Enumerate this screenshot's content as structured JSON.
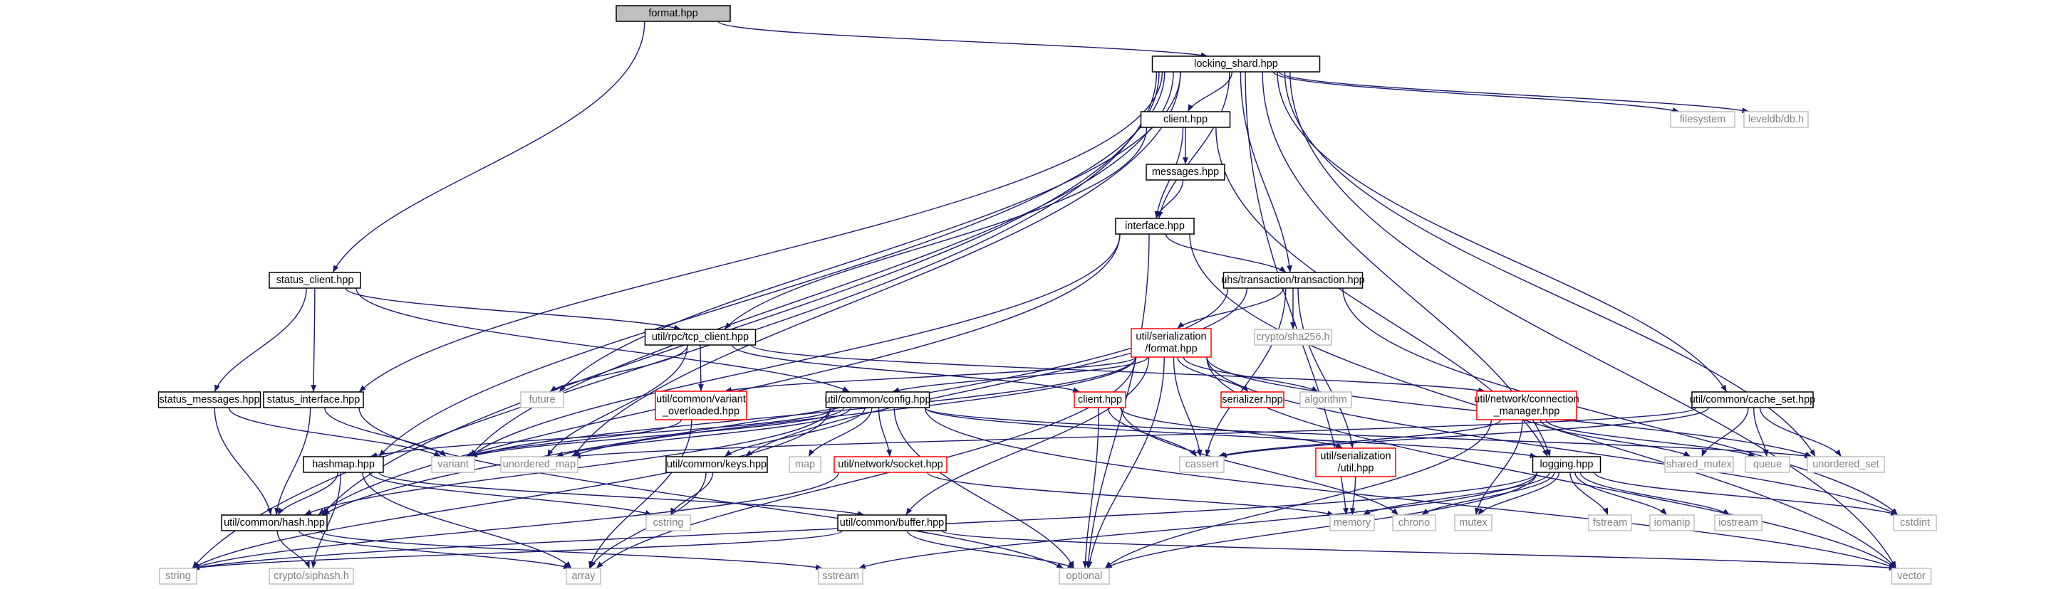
{
  "colors": {
    "background": "#ffffff",
    "root_fill": "#bfbfbf",
    "box_border_normal": "#000000",
    "box_border_truncated": "#ff0000",
    "box_border_external": "#bfbfbf",
    "text_normal": "#000000",
    "text_external": "#808080",
    "edge": "#191970"
  },
  "nodes": [
    {
      "id": "format_root",
      "label": [
        "format.hpp"
      ],
      "kind": "root"
    },
    {
      "id": "locking_shard",
      "label": [
        "locking_shard.hpp"
      ],
      "kind": "normal"
    },
    {
      "id": "client_hpp",
      "label": [
        "client.hpp"
      ],
      "kind": "normal"
    },
    {
      "id": "messages_hpp",
      "label": [
        "messages.hpp"
      ],
      "kind": "normal"
    },
    {
      "id": "interface_hpp",
      "label": [
        "interface.hpp"
      ],
      "kind": "normal"
    },
    {
      "id": "uhs_transaction",
      "label": [
        "uhs/transaction/transaction.hpp"
      ],
      "kind": "normal"
    },
    {
      "id": "status_client",
      "label": [
        "status_client.hpp"
      ],
      "kind": "normal"
    },
    {
      "id": "tcp_client",
      "label": [
        "util/rpc/tcp_client.hpp"
      ],
      "kind": "normal"
    },
    {
      "id": "ser_format",
      "label": [
        "util/serialization",
        "/format.hpp"
      ],
      "kind": "truncated"
    },
    {
      "id": "crypto_sha256",
      "label": [
        "crypto/sha256.h"
      ],
      "kind": "external"
    },
    {
      "id": "filesystem",
      "label": [
        "filesystem"
      ],
      "kind": "external"
    },
    {
      "id": "leveldb",
      "label": [
        "leveldb/db.h"
      ],
      "kind": "external"
    },
    {
      "id": "status_messages",
      "label": [
        "status_messages.hpp"
      ],
      "kind": "normal"
    },
    {
      "id": "status_interface",
      "label": [
        "status_interface.hpp"
      ],
      "kind": "normal"
    },
    {
      "id": "future",
      "label": [
        "future"
      ],
      "kind": "external"
    },
    {
      "id": "variant_overloaded",
      "label": [
        "util/common/variant",
        "_overloaded.hpp"
      ],
      "kind": "truncated"
    },
    {
      "id": "config_hpp",
      "label": [
        "util/common/config.hpp"
      ],
      "kind": "normal"
    },
    {
      "id": "client_red",
      "label": [
        "client.hpp"
      ],
      "kind": "truncated"
    },
    {
      "id": "serializer_hpp",
      "label": [
        "serializer.hpp"
      ],
      "kind": "truncated"
    },
    {
      "id": "algorithm",
      "label": [
        "algorithm"
      ],
      "kind": "external"
    },
    {
      "id": "connection_manager",
      "label": [
        "util/network/connection",
        "_manager.hpp"
      ],
      "kind": "truncated"
    },
    {
      "id": "cache_set",
      "label": [
        "util/common/cache_set.hpp"
      ],
      "kind": "normal"
    },
    {
      "id": "variant",
      "label": [
        "variant"
      ],
      "kind": "external"
    },
    {
      "id": "unordered_map",
      "label": [
        "unordered_map"
      ],
      "kind": "external"
    },
    {
      "id": "map",
      "label": [
        "map"
      ],
      "kind": "external"
    },
    {
      "id": "keys_hpp",
      "label": [
        "util/common/keys.hpp"
      ],
      "kind": "normal"
    },
    {
      "id": "socket_hpp",
      "label": [
        "util/network/socket.hpp"
      ],
      "kind": "truncated"
    },
    {
      "id": "cassert",
      "label": [
        "cassert"
      ],
      "kind": "external"
    },
    {
      "id": "ser_util",
      "label": [
        "util/serialization",
        "/util.hpp"
      ],
      "kind": "truncated"
    },
    {
      "id": "logging_hpp",
      "label": [
        "logging.hpp"
      ],
      "kind": "normal"
    },
    {
      "id": "shared_mutex",
      "label": [
        "shared_mutex"
      ],
      "kind": "external"
    },
    {
      "id": "queue",
      "label": [
        "queue"
      ],
      "kind": "external"
    },
    {
      "id": "unordered_set",
      "label": [
        "unordered_set"
      ],
      "kind": "external"
    },
    {
      "id": "hashmap_hpp",
      "label": [
        "hashmap.hpp"
      ],
      "kind": "normal"
    },
    {
      "id": "cstring",
      "label": [
        "cstring"
      ],
      "kind": "external"
    },
    {
      "id": "buffer_hpp",
      "label": [
        "util/common/buffer.hpp"
      ],
      "kind": "normal"
    },
    {
      "id": "hash_hpp",
      "label": [
        "util/common/hash.hpp"
      ],
      "kind": "normal"
    },
    {
      "id": "memory",
      "label": [
        "memory"
      ],
      "kind": "external"
    },
    {
      "id": "chrono",
      "label": [
        "chrono"
      ],
      "kind": "external"
    },
    {
      "id": "mutex",
      "label": [
        "mutex"
      ],
      "kind": "external"
    },
    {
      "id": "fstream",
      "label": [
        "fstream"
      ],
      "kind": "external"
    },
    {
      "id": "iomanip",
      "label": [
        "iomanip"
      ],
      "kind": "external"
    },
    {
      "id": "iostream",
      "label": [
        "iostream"
      ],
      "kind": "external"
    },
    {
      "id": "cstdint",
      "label": [
        "cstdint"
      ],
      "kind": "external"
    },
    {
      "id": "string",
      "label": [
        "string"
      ],
      "kind": "external"
    },
    {
      "id": "crypto_siphash",
      "label": [
        "crypto/siphash.h"
      ],
      "kind": "external"
    },
    {
      "id": "array",
      "label": [
        "array"
      ],
      "kind": "external"
    },
    {
      "id": "sstream",
      "label": [
        "sstream"
      ],
      "kind": "external"
    },
    {
      "id": "optional",
      "label": [
        "optional"
      ],
      "kind": "external"
    },
    {
      "id": "vector",
      "label": [
        "vector"
      ],
      "kind": "external"
    }
  ],
  "edges": [
    [
      "format_root",
      "locking_shard"
    ],
    [
      "format_root",
      "status_client"
    ],
    [
      "locking_shard",
      "client_hpp"
    ],
    [
      "locking_shard",
      "interface_hpp"
    ],
    [
      "locking_shard",
      "uhs_transaction"
    ],
    [
      "locking_shard",
      "filesystem"
    ],
    [
      "locking_shard",
      "leveldb"
    ],
    [
      "locking_shard",
      "cache_set"
    ],
    [
      "locking_shard",
      "logging_hpp"
    ],
    [
      "locking_shard",
      "status_interface"
    ],
    [
      "locking_shard",
      "hashmap_hpp"
    ],
    [
      "locking_shard",
      "hash_hpp"
    ],
    [
      "locking_shard",
      "string"
    ],
    [
      "locking_shard",
      "variant"
    ],
    [
      "locking_shard",
      "unordered_map"
    ],
    [
      "locking_shard",
      "future"
    ],
    [
      "locking_shard",
      "memory"
    ],
    [
      "locking_shard",
      "unordered_set"
    ],
    [
      "locking_shard",
      "vector"
    ],
    [
      "client_hpp",
      "messages_hpp"
    ],
    [
      "client_hpp",
      "interface_hpp"
    ],
    [
      "client_hpp",
      "tcp_client"
    ],
    [
      "client_hpp",
      "logging_hpp"
    ],
    [
      "messages_hpp",
      "interface_hpp"
    ],
    [
      "interface_hpp",
      "uhs_transaction"
    ],
    [
      "interface_hpp",
      "hash_hpp"
    ],
    [
      "interface_hpp",
      "variant"
    ],
    [
      "interface_hpp",
      "optional"
    ],
    [
      "interface_hpp",
      "vector"
    ],
    [
      "uhs_transaction",
      "ser_format"
    ],
    [
      "uhs_transaction",
      "crypto_sha256"
    ],
    [
      "uhs_transaction",
      "keys_hpp"
    ],
    [
      "uhs_transaction",
      "hash_hpp"
    ],
    [
      "uhs_transaction",
      "ser_util"
    ],
    [
      "uhs_transaction",
      "cassert"
    ],
    [
      "uhs_transaction",
      "cstdint"
    ],
    [
      "status_client",
      "tcp_client"
    ],
    [
      "status_client",
      "status_messages"
    ],
    [
      "status_client",
      "status_interface"
    ],
    [
      "status_client",
      "config_hpp"
    ],
    [
      "tcp_client",
      "variant_overloaded"
    ],
    [
      "tcp_client",
      "client_red"
    ],
    [
      "tcp_client",
      "future"
    ],
    [
      "tcp_client",
      "unordered_map"
    ],
    [
      "tcp_client",
      "connection_manager"
    ],
    [
      "ser_format",
      "config_hpp"
    ],
    [
      "ser_format",
      "serializer_hpp"
    ],
    [
      "ser_format",
      "algorithm"
    ],
    [
      "ser_format",
      "variant_overloaded"
    ],
    [
      "ser_format",
      "buffer_hpp"
    ],
    [
      "ser_format",
      "cassert"
    ],
    [
      "ser_format",
      "optional"
    ],
    [
      "ser_format",
      "unordered_map"
    ],
    [
      "ser_format",
      "variant"
    ],
    [
      "ser_format",
      "array"
    ],
    [
      "ser_format",
      "unordered_set"
    ],
    [
      "ser_format",
      "cstdint"
    ],
    [
      "ser_format",
      "vector"
    ],
    [
      "status_messages",
      "hash_hpp"
    ],
    [
      "status_messages",
      "variant"
    ],
    [
      "status_interface",
      "hash_hpp"
    ],
    [
      "status_interface",
      "variant"
    ],
    [
      "status_interface",
      "optional"
    ],
    [
      "variant_overloaded",
      "variant"
    ],
    [
      "variant_overloaded",
      "array"
    ],
    [
      "config_hpp",
      "hash_hpp"
    ],
    [
      "config_hpp",
      "keys_hpp"
    ],
    [
      "config_hpp",
      "socket_hpp"
    ],
    [
      "config_hpp",
      "map"
    ],
    [
      "config_hpp",
      "logging_hpp"
    ],
    [
      "config_hpp",
      "hashmap_hpp"
    ],
    [
      "config_hpp",
      "variant"
    ],
    [
      "config_hpp",
      "unordered_map"
    ],
    [
      "config_hpp",
      "optional"
    ],
    [
      "config_hpp",
      "string"
    ],
    [
      "config_hpp",
      "unordered_set"
    ],
    [
      "config_hpp",
      "vector"
    ],
    [
      "client_red",
      "ser_util"
    ],
    [
      "client_red",
      "cassert"
    ],
    [
      "client_red",
      "optional"
    ],
    [
      "client_red",
      "chrono"
    ],
    [
      "connection_manager",
      "cassert"
    ],
    [
      "connection_manager",
      "mutex"
    ],
    [
      "connection_manager",
      "shared_mutex"
    ],
    [
      "connection_manager",
      "queue"
    ],
    [
      "connection_manager",
      "optional"
    ],
    [
      "cache_set",
      "shared_mutex"
    ],
    [
      "cache_set",
      "queue"
    ],
    [
      "cache_set",
      "unordered_set"
    ],
    [
      "cache_set",
      "unordered_map"
    ],
    [
      "cache_set",
      "cassert"
    ],
    [
      "keys_hpp",
      "cstring"
    ],
    [
      "keys_hpp",
      "array"
    ],
    [
      "socket_hpp",
      "memory"
    ],
    [
      "socket_hpp",
      "string"
    ],
    [
      "ser_util",
      "memory"
    ],
    [
      "logging_hpp",
      "memory"
    ],
    [
      "logging_hpp",
      "chrono"
    ],
    [
      "logging_hpp",
      "mutex"
    ],
    [
      "logging_hpp",
      "fstream"
    ],
    [
      "logging_hpp",
      "iomanip"
    ],
    [
      "logging_hpp",
      "iostream"
    ],
    [
      "logging_hpp",
      "cstdint"
    ],
    [
      "logging_hpp",
      "string"
    ],
    [
      "logging_hpp",
      "sstream"
    ],
    [
      "logging_hpp",
      "optional"
    ],
    [
      "hashmap_hpp",
      "hash_hpp"
    ],
    [
      "hashmap_hpp",
      "buffer_hpp"
    ],
    [
      "hashmap_hpp",
      "cstring"
    ],
    [
      "hashmap_hpp",
      "crypto_siphash"
    ],
    [
      "hashmap_hpp",
      "array"
    ],
    [
      "buffer_hpp",
      "optional"
    ],
    [
      "buffer_hpp",
      "string"
    ],
    [
      "buffer_hpp",
      "vector"
    ],
    [
      "hash_hpp",
      "crypto_siphash"
    ],
    [
      "hash_hpp",
      "array"
    ],
    [
      "hash_hpp",
      "sstream"
    ]
  ]
}
